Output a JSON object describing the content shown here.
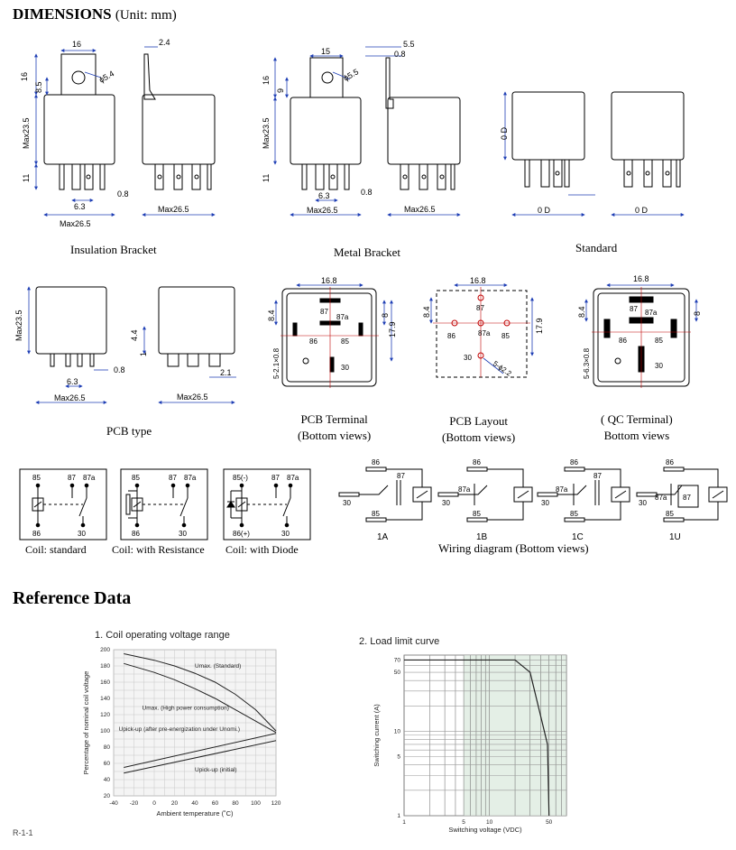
{
  "header": {
    "title": "DIMENSIONS",
    "unit": "(Unit: mm)"
  },
  "captions": {
    "insulation_bracket": "Insulation Bracket",
    "metal_bracket": "Metal Bracket",
    "standard": "Standard",
    "pcb_type": "PCB type",
    "pcb_terminal_1": "PCB Terminal",
    "pcb_terminal_2": "(Bottom views)",
    "pcb_layout_1": "PCB Layout",
    "pcb_layout_2": "(Bottom views)",
    "qc_terminal_1": "( QC Terminal)",
    "qc_terminal_2": "Bottom views",
    "coil_standard": "Coil: standard",
    "coil_resistance": "Coil: with Resistance",
    "coil_diode": "Coil: with Diode",
    "wiring_diagram": "Wiring diagram (Bottom views)"
  },
  "dims": {
    "d16": "16",
    "d2_4": "2.4",
    "d8_5": "8.5",
    "d5_4": "ϕ5.4",
    "max23_5": "Max23.5",
    "d11": "11",
    "d6_3": "6.3",
    "d0_8": "0.8",
    "max26_5": "Max26.5",
    "d15": "15",
    "d5_5": "5.5",
    "d9": "9",
    "d5_5_hole": "ϕ5.5",
    "d0_sq": "0 D",
    "d4_4": "4.4",
    "d1": "1",
    "d2_1": "2.1",
    "d16_8": "16.8",
    "d8_4": "8.4",
    "d8": "8",
    "d17_9": "17.9",
    "d5_21": "5-2.1×0.8",
    "d5_22": "5-ϕ2.2",
    "d5_63": "5-6.3×0.8"
  },
  "pins": {
    "p85": "85",
    "p86": "86",
    "p87": "87",
    "p87a": "87a",
    "p30": "30",
    "p85m": "85(-)",
    "p86p": "86(+)"
  },
  "wiring": {
    "w1a": "1A",
    "w1b": "1B",
    "w1c": "1C",
    "w1u": "1U"
  },
  "reference": {
    "title": "Reference Data",
    "footnote": "R-1-1"
  },
  "chart1": {
    "title": "1. Coil operating voltage range",
    "ylabel": "Percentage of nominal coil voltage",
    "xlabel": "Ambient temperature (˚C)",
    "labels": {
      "umax_std": "Umax. (Standard)",
      "umax_hp": "Umax. (High power consumption)",
      "upick_pre": "Upick-up (after pre-energization under Unomi.)",
      "upick_init": "Upick-up (initial)"
    }
  },
  "chart2": {
    "title": "2. Load limit curve",
    "ylabel": "Switching current (A)",
    "xlabel": "Switching voltage (VDC)"
  },
  "chart_data": [
    {
      "type": "line",
      "title": "1. Coil operating voltage range",
      "xlabel": "Ambient temperature (˚C)",
      "ylabel": "Percentage of nominal coil voltage",
      "xlim": [
        -40,
        120
      ],
      "ylim": [
        20,
        200
      ],
      "xticks": [
        -40,
        -20,
        0,
        20,
        40,
        60,
        80,
        100,
        120
      ],
      "yticks": [
        20,
        40,
        60,
        80,
        100,
        120,
        140,
        160,
        180,
        200
      ],
      "grid": true,
      "series": [
        {
          "name": "Umax. (Standard)",
          "x": [
            -30,
            0,
            20,
            40,
            60,
            80,
            100,
            120
          ],
          "y": [
            195,
            187,
            180,
            171,
            160,
            145,
            126,
            100
          ]
        },
        {
          "name": "Umax. (High power consumption)",
          "x": [
            -30,
            0,
            20,
            40,
            60,
            80,
            100,
            120
          ],
          "y": [
            183,
            172,
            163,
            152,
            140,
            126,
            112,
            98
          ]
        },
        {
          "name": "Upick-up (after pre-energization under Unomi.)",
          "x": [
            -30,
            120
          ],
          "y": [
            55,
            97
          ]
        },
        {
          "name": "Upick-up (initial)",
          "x": [
            -30,
            120
          ],
          "y": [
            48,
            88
          ]
        }
      ]
    },
    {
      "type": "line",
      "title": "2. Load limit curve",
      "xlabel": "Switching voltage (VDC)",
      "ylabel": "Switching current (A)",
      "xscale": "log",
      "yscale": "log",
      "xlim": [
        1,
        80
      ],
      "ylim": [
        1,
        80
      ],
      "xticks": [
        1,
        5,
        10,
        50
      ],
      "yticks": [
        1,
        5,
        10,
        50,
        70
      ],
      "grid": true,
      "series": [
        {
          "name": "",
          "x": [
            1,
            20,
            30,
            48,
            50
          ],
          "y": [
            70,
            70,
            50,
            7,
            1
          ]
        }
      ]
    }
  ]
}
